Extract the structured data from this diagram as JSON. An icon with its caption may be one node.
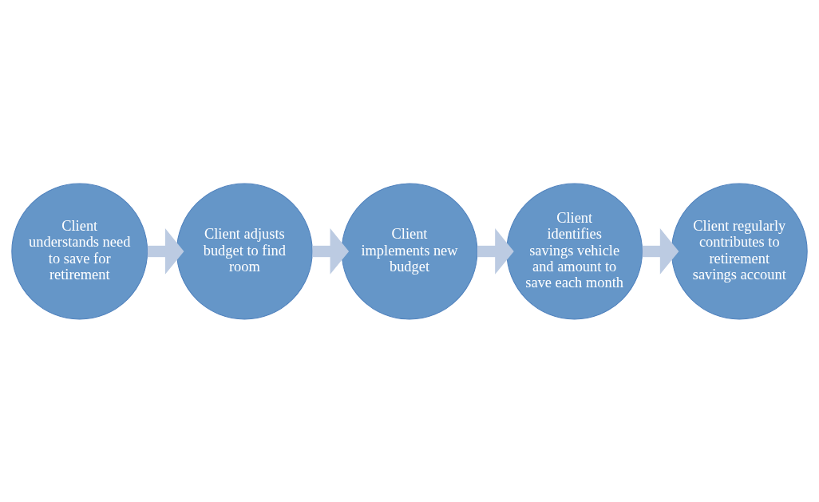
{
  "diagram": {
    "nodes": [
      {
        "text": [
          "Client understands need to save for retirement"
        ]
      },
      {
        "text": [
          "Client adjusts budget to find room"
        ]
      },
      {
        "text": [
          "Client implements new budget"
        ]
      },
      {
        "text": [
          "Client identifies savings vehicle and amount to save each month"
        ]
      },
      {
        "text": [
          "Client regularly contributes to retirement savings account"
        ]
      }
    ],
    "edges": [
      {
        "from": 0,
        "to": 1,
        "arrow": "to"
      },
      {
        "from": 1,
        "to": 2,
        "arrow": "to"
      },
      {
        "from": 2,
        "to": 3,
        "arrow": "to"
      },
      {
        "from": 3,
        "to": 4,
        "arrow": "to"
      }
    ]
  }
}
